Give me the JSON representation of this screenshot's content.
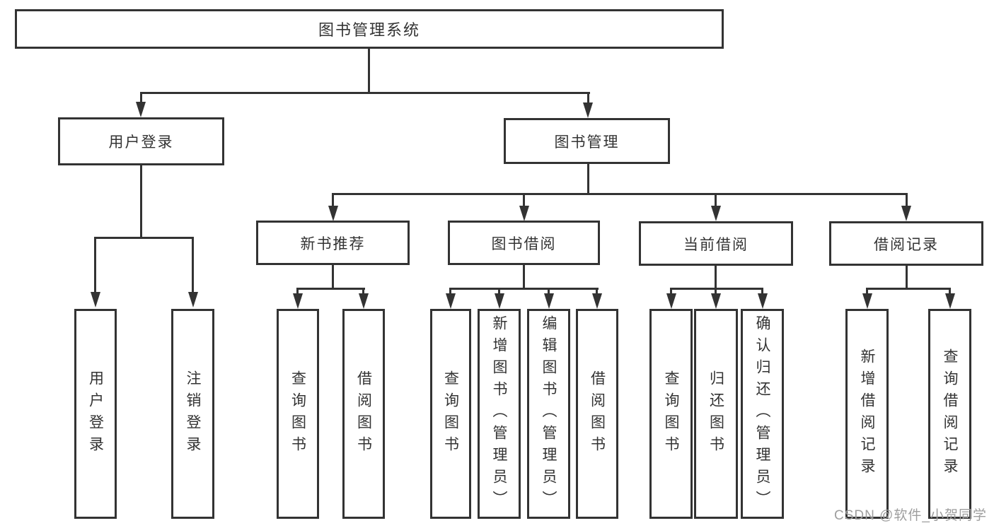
{
  "diagram": {
    "root": {
      "label": "图书管理系统"
    },
    "branches": {
      "user_login": {
        "label": "用户登录",
        "children": [
          {
            "label": "用户登录"
          },
          {
            "label": "注销登录"
          }
        ]
      },
      "book_management": {
        "label": "图书管理",
        "children": [
          {
            "label": "新书推荐",
            "children": [
              {
                "label": "查询图书"
              },
              {
                "label": "借阅图书"
              }
            ]
          },
          {
            "label": "图书借阅",
            "children": [
              {
                "label": "查询图书"
              },
              {
                "label": "新增图书（管理员）"
              },
              {
                "label": "编辑图书（管理员）"
              },
              {
                "label": "借阅图书"
              }
            ]
          },
          {
            "label": "当前借阅",
            "children": [
              {
                "label": "查询图书"
              },
              {
                "label": "归还图书"
              },
              {
                "label": "确认归还（管理员）"
              }
            ]
          },
          {
            "label": "借阅记录",
            "children": [
              {
                "label": "新增借阅记录"
              },
              {
                "label": "查询借阅记录"
              }
            ]
          }
        ]
      }
    }
  },
  "watermark": {
    "text": "CSDN @软件_小贺同学"
  },
  "colors": {
    "line": "#333333",
    "text": "#333333",
    "watermark": "#9e9e9e",
    "background": "#ffffff"
  }
}
